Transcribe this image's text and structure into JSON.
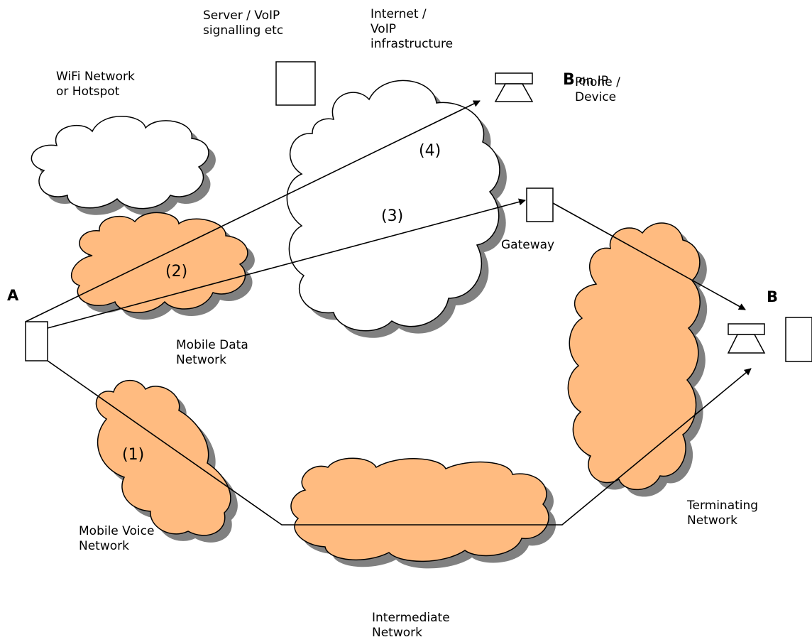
{
  "labels": {
    "server": "Server / VoIP\nsignalling etc",
    "internet": "Internet /\nVoIP\ninfrastructure",
    "wifi": "WiFi Network\nor Hotspot",
    "b_ip_letter": "B",
    "b_ip_rest": " on IP",
    "b_ip_line2": "Phone /\nDevice",
    "gateway": "Gateway",
    "a": "A",
    "b_right": "B",
    "mobile_data": "Mobile Data\nNetwork",
    "mobile_voice": "Mobile Voice\nNetwork",
    "intermediate": "Intermediate\nNetwork",
    "terminating": "Terminating\nNetwork"
  },
  "routes": {
    "r1": "(1)",
    "r2": "(2)",
    "r3": "(3)",
    "r4": "(4)"
  },
  "colors": {
    "mobile_cloud": "#FFBB80",
    "internet_cloud": "#FFFFFF",
    "shadow": "#808080",
    "line": "#000000"
  }
}
